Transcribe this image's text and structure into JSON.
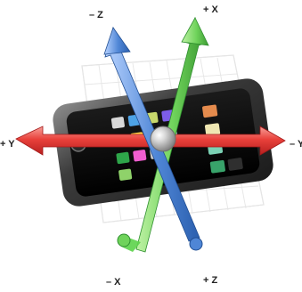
{
  "axes": {
    "neg_z": "– Z",
    "pos_x": "+ X",
    "pos_y": "+ Y",
    "neg_y": "– Y",
    "neg_x": "– X",
    "pos_z": "+ Z"
  },
  "colors": {
    "x_axis": "#6fd35b",
    "y_axis": "#e9413b",
    "z_axis": "#4f86d6",
    "phone_body": "#4a4a4a",
    "phone_screen": "#111111",
    "grid": "#cfcfcf"
  },
  "icons": [
    "phone-icon",
    "axis-arrow-icon"
  ]
}
